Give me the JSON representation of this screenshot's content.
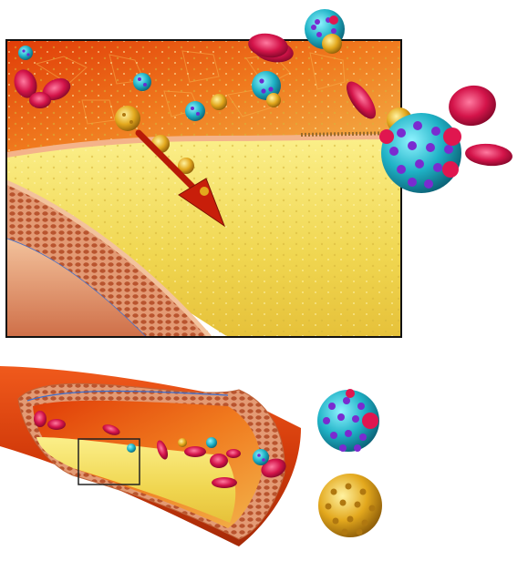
{
  "figure": {
    "kind": "illustration",
    "subject": "artery-plaque-particles",
    "panels": [
      "zoomed-artery-wall",
      "artery-cross-section"
    ],
    "particle_types": [
      {
        "name": "cyan-particle-icon",
        "color": "#22b3c4",
        "spots": "#8a2be2",
        "attached": "#e0164f"
      },
      {
        "name": "gold-particle-icon",
        "color": "#e0a81c",
        "spots": "#b07810",
        "attached": null
      }
    ],
    "colors": {
      "blood": "#e84a10",
      "plaque": "#f2e05a",
      "vessel_wall": "#e9a27e",
      "red_cell": "#d4144a",
      "frame": "#111111",
      "arrow": "#c81e0a"
    }
  }
}
